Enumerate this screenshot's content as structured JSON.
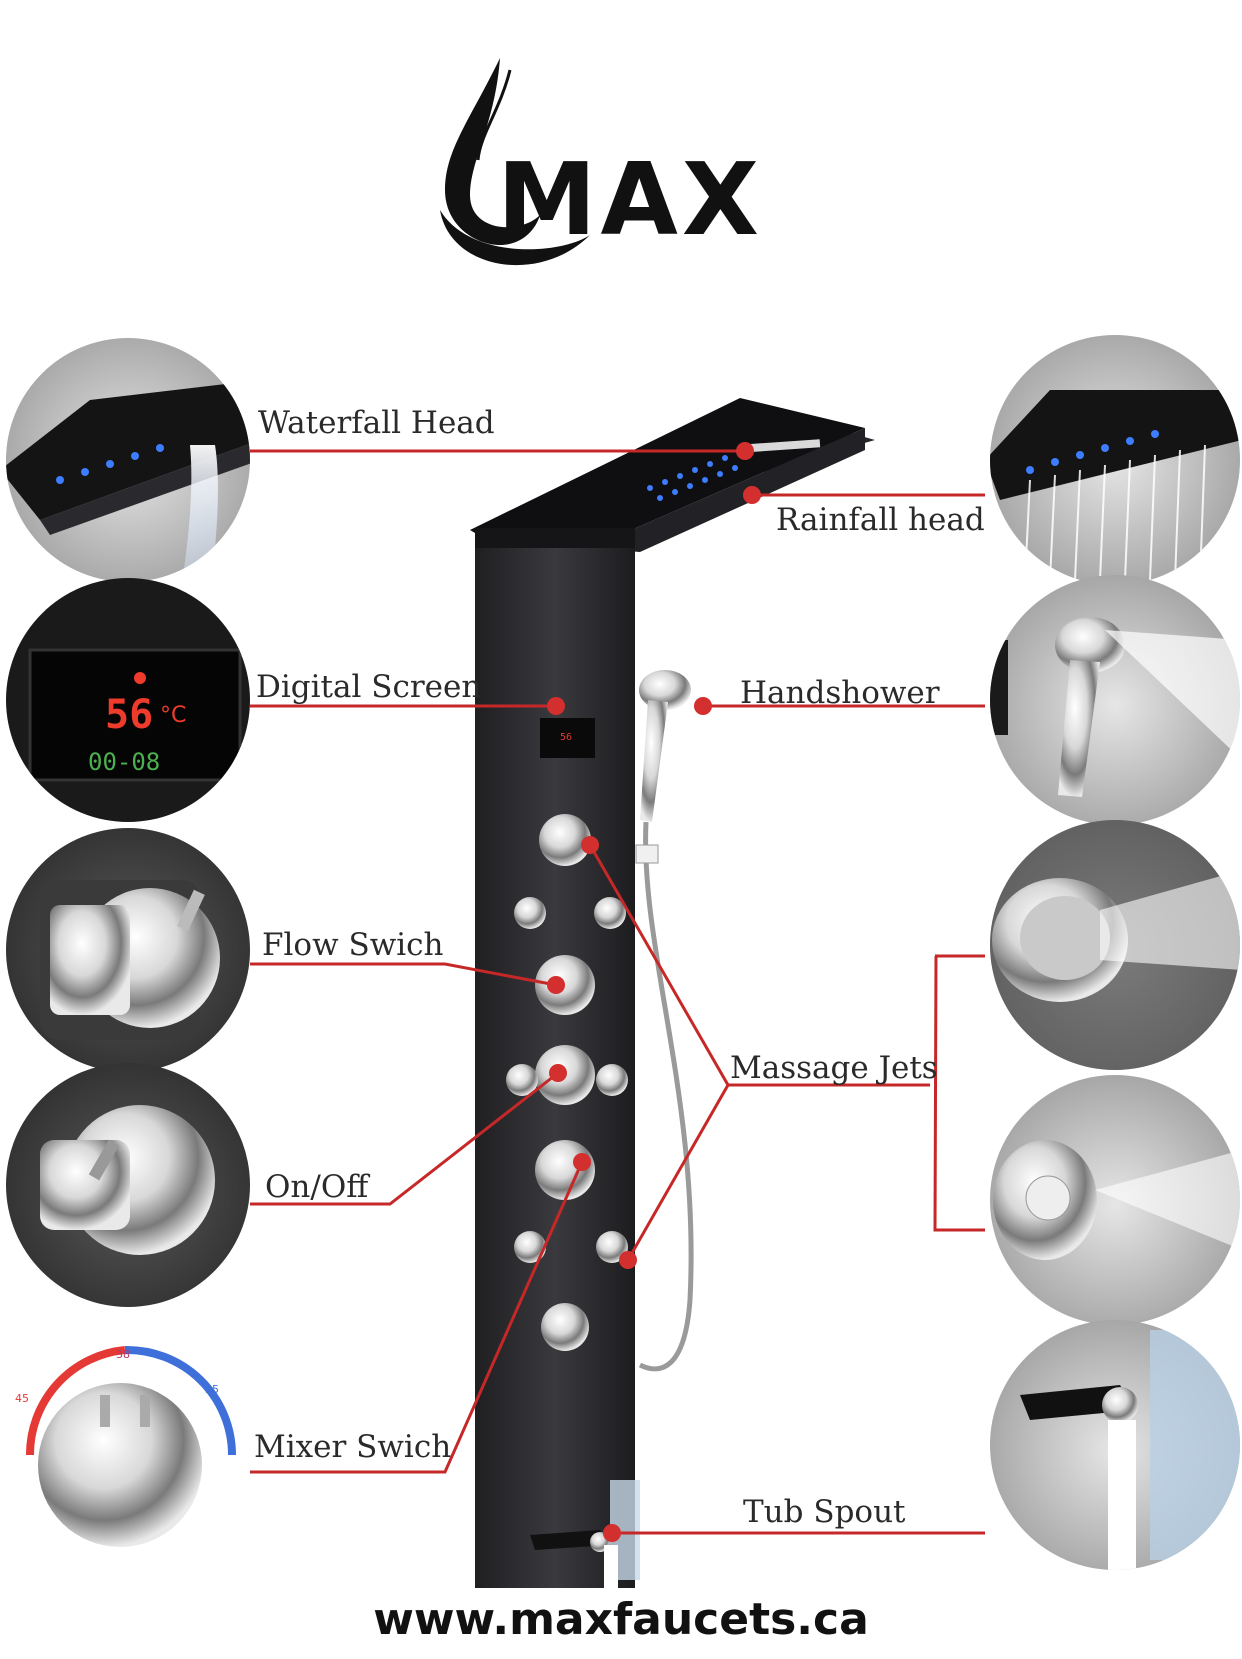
{
  "brand": {
    "name": "MAX"
  },
  "labels": {
    "waterfall_head": "Waterfall Head",
    "rainfall_head": "Rainfall head",
    "digital_screen": "Digital Screen",
    "handshower": "Handshower",
    "flow_switch": "Flow Swich",
    "massage_jets": "Massage Jets",
    "on_off": "On/Off",
    "mixer_switch": "Mixer Swich",
    "tub_spout": "Tub Spout"
  },
  "display": {
    "temperature": "56",
    "unit": "°C",
    "timer": "00-08"
  },
  "dial": {
    "left": "45",
    "top": "38",
    "right": "35"
  },
  "footer": {
    "website": "www.maxfaucets.ca"
  },
  "colors": {
    "leader": "#c62828",
    "panel": "#2b2b2e",
    "led": "#3d7dff"
  }
}
